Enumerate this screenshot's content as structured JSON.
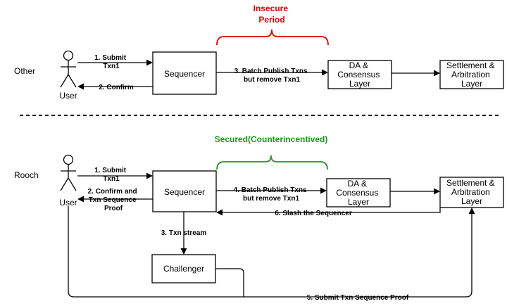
{
  "title_insecure": [
    "Insecure",
    "Period"
  ],
  "title_secured": "Secured(Counterincentived)",
  "sections": {
    "other": "Other",
    "rooch": "Rooch"
  },
  "actors": {
    "user_top": "User",
    "user_bottom": "User"
  },
  "boxes": {
    "sequencer_top": [
      "Sequencer"
    ],
    "da_top": [
      "DA &",
      "Consensus",
      "Layer"
    ],
    "settlement_top": [
      "Settlement &",
      "Arbitration",
      "Layer"
    ],
    "sequencer_bottom": [
      "Sequencer"
    ],
    "da_bottom": [
      "DA &",
      "Consensus",
      "Layer"
    ],
    "settlement_bottom": [
      "Settlement &",
      "Arbitration",
      "Layer"
    ],
    "challenger": [
      "Challenger"
    ]
  },
  "edges": {
    "submit_top": [
      "1. Submit",
      "Txn1"
    ],
    "confirm_top": [
      "2. Confirm"
    ],
    "batch_top": [
      "3. Batch Publish Txns",
      "but remove Txn1"
    ],
    "submit_bottom": [
      "1. Submit",
      "Txn1"
    ],
    "confirm_bottom": [
      "2. Confirm and",
      "Txn Sequence",
      "Proof"
    ],
    "batch_bottom": [
      "4. Batch Publish Txns",
      "but remove Txn1"
    ],
    "slash": [
      "6. Slash the Sequencer"
    ],
    "stream": [
      "3. Txn stream"
    ],
    "submit_proof": [
      "5. Submit Txn Sequence Proof"
    ]
  },
  "colors": {
    "insecure": "#e00000",
    "secured": "#1a9a1a"
  }
}
